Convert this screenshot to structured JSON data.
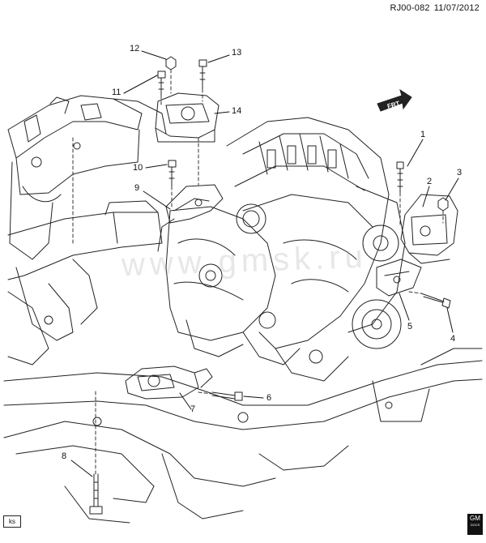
{
  "header": {
    "doc_number": "RJ00-082",
    "date": "11/07/2012"
  },
  "front_arrow": {
    "label": "FRT"
  },
  "watermark": {
    "text": "www.gmsk.ru"
  },
  "corner_tag": {
    "text": "ks"
  },
  "logo": {
    "text": "GM",
    "subtext": "DOCS"
  },
  "callouts": [
    {
      "id": "1",
      "label": "1"
    },
    {
      "id": "2",
      "label": "2"
    },
    {
      "id": "3",
      "label": "3"
    },
    {
      "id": "4",
      "label": "4"
    },
    {
      "id": "5",
      "label": "5"
    },
    {
      "id": "6",
      "label": "6"
    },
    {
      "id": "7",
      "label": "7"
    },
    {
      "id": "8",
      "label": "8"
    },
    {
      "id": "9",
      "label": "9"
    },
    {
      "id": "10",
      "label": "10"
    },
    {
      "id": "11",
      "label": "11"
    },
    {
      "id": "12",
      "label": "12"
    },
    {
      "id": "13",
      "label": "13"
    },
    {
      "id": "14",
      "label": "14"
    }
  ]
}
